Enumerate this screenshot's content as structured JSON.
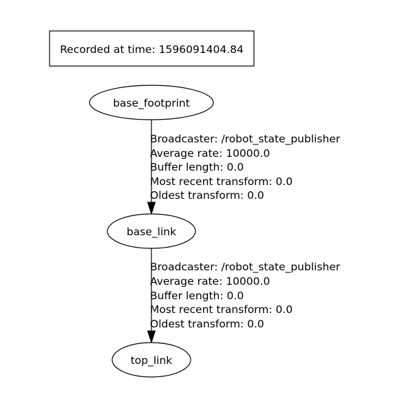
{
  "header": {
    "recorded_label": "Recorded at time: 1596091404.84"
  },
  "nodes": {
    "base_footprint": "base_footprint",
    "base_link": "base_link",
    "top_link": "top_link"
  },
  "edges": [
    {
      "from": "base_footprint",
      "to": "base_link",
      "lines": [
        "Broadcaster: /robot_state_publisher",
        "Average rate: 10000.0",
        "Buffer length: 0.0",
        "Most recent transform: 0.0",
        "Oldest transform: 0.0"
      ]
    },
    {
      "from": "base_link",
      "to": "top_link",
      "lines": [
        "Broadcaster: /robot_state_publisher",
        "Average rate: 10000.0",
        "Buffer length: 0.0",
        "Most recent transform: 0.0",
        "Oldest transform: 0.0"
      ]
    }
  ]
}
